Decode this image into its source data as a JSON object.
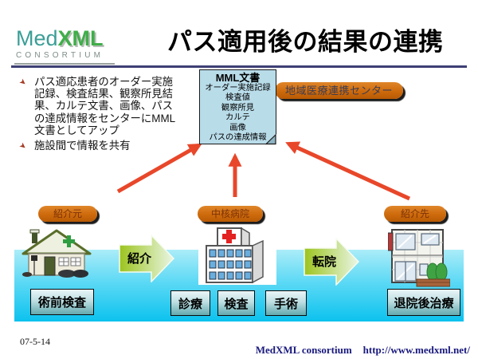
{
  "slide": {
    "title": "パス適用後の結果の連携",
    "date": "07-5-14"
  },
  "logo": {
    "med": "Med",
    "xml": "XML",
    "consortium": "CONSORTIUM"
  },
  "bullets": [
    "パス適応患者のオーダー実施記録、検査結果、観察所見結果、カルテ文書、画像、パスの達成情報をセンターにMML文書としてアップ",
    "施設間で情報を共有"
  ],
  "mml_document": {
    "title": "MML文書",
    "items": [
      "オーダー実施記録",
      "検査値",
      "観察所見",
      "カルテ",
      "画像",
      "パスの達成情報"
    ]
  },
  "center_label": "地域医療連携センター",
  "facility_labels": {
    "left": "紹介元",
    "center": "中核病院",
    "right": "紹介先"
  },
  "flow_arrows": {
    "referral": "紹介",
    "transfer": "転院"
  },
  "stages": [
    "術前検査",
    "診療",
    "検査",
    "手術",
    "退院後治療"
  ],
  "footer": {
    "org": "MedXML consortium",
    "url": "http://www.medxml.net/"
  },
  "colors": {
    "brand_teal": "#3a9e96",
    "brand_green": "#3fae49",
    "header_divider_navy": "#3f3f75",
    "pill_orange": "#cd6a0c",
    "upload_arrow_red": "#e8472a",
    "band_cyan_top": "#abecf8",
    "band_cyan_bottom": "#0cc2ee",
    "flow_arrow_green": "#9cc41e",
    "document_fill": "#b9dce9",
    "stage_box_teal": "#63a9ae",
    "footer_navy": "#19197e"
  }
}
